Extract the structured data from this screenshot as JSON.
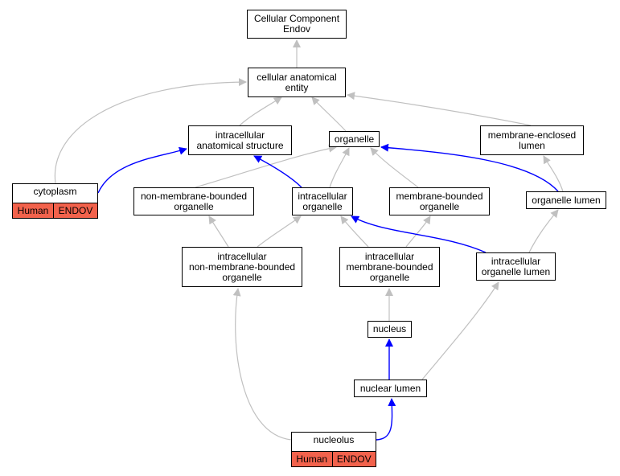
{
  "colors": {
    "is_a_edge": "#c0c0c0",
    "part_of_edge": "#0000ff",
    "annotation_tag": "#f2624c"
  },
  "nodes": [
    {
      "id": "root",
      "lines": [
        "Cellular Component",
        "Endov"
      ]
    },
    {
      "id": "cae",
      "lines": [
        "cellular anatomical",
        "entity"
      ]
    },
    {
      "id": "ias",
      "lines": [
        "intracellular",
        "anatomical structure"
      ]
    },
    {
      "id": "organelle",
      "lines": [
        "organelle"
      ]
    },
    {
      "id": "mel",
      "lines": [
        "membrane-enclosed",
        "lumen"
      ]
    },
    {
      "id": "cytoplasm",
      "lines": [
        "cytoplasm"
      ],
      "tags": [
        "Human",
        "ENDOV"
      ]
    },
    {
      "id": "nmbo",
      "lines": [
        "non-membrane-bounded",
        "organelle"
      ]
    },
    {
      "id": "io",
      "lines": [
        "intracellular",
        "organelle"
      ]
    },
    {
      "id": "mbo",
      "lines": [
        "membrane-bounded",
        "organelle"
      ]
    },
    {
      "id": "ol",
      "lines": [
        "organelle lumen"
      ]
    },
    {
      "id": "inmbo",
      "lines": [
        "intracellular",
        "non-membrane-bounded",
        "organelle"
      ]
    },
    {
      "id": "imbo",
      "lines": [
        "intracellular",
        "membrane-bounded",
        "organelle"
      ]
    },
    {
      "id": "iol",
      "lines": [
        "intracellular",
        "organelle lumen"
      ]
    },
    {
      "id": "nucleus",
      "lines": [
        "nucleus"
      ]
    },
    {
      "id": "nl",
      "lines": [
        "nuclear lumen"
      ]
    },
    {
      "id": "nucleolus",
      "lines": [
        "nucleolus"
      ],
      "tags": [
        "Human",
        "ENDOV"
      ]
    }
  ],
  "edges": [
    {
      "from": "cae",
      "to": "root",
      "type": "is_a"
    },
    {
      "from": "cytoplasm",
      "to": "cae",
      "type": "is_a"
    },
    {
      "from": "ias",
      "to": "cae",
      "type": "is_a"
    },
    {
      "from": "organelle",
      "to": "cae",
      "type": "is_a"
    },
    {
      "from": "mel",
      "to": "cae",
      "type": "is_a"
    },
    {
      "from": "cytoplasm",
      "to": "ias",
      "type": "part_of"
    },
    {
      "from": "nmbo",
      "to": "organelle",
      "type": "is_a"
    },
    {
      "from": "io",
      "to": "organelle",
      "type": "is_a"
    },
    {
      "from": "mbo",
      "to": "organelle",
      "type": "is_a"
    },
    {
      "from": "io",
      "to": "ias",
      "type": "part_of"
    },
    {
      "from": "ol",
      "to": "organelle",
      "type": "part_of"
    },
    {
      "from": "ol",
      "to": "mel",
      "type": "is_a"
    },
    {
      "from": "inmbo",
      "to": "nmbo",
      "type": "is_a"
    },
    {
      "from": "inmbo",
      "to": "io",
      "type": "is_a"
    },
    {
      "from": "imbo",
      "to": "io",
      "type": "is_a"
    },
    {
      "from": "imbo",
      "to": "mbo",
      "type": "is_a"
    },
    {
      "from": "iol",
      "to": "io",
      "type": "part_of"
    },
    {
      "from": "iol",
      "to": "ol",
      "type": "is_a"
    },
    {
      "from": "nucleus",
      "to": "imbo",
      "type": "is_a"
    },
    {
      "from": "nl",
      "to": "nucleus",
      "type": "part_of"
    },
    {
      "from": "nl",
      "to": "iol",
      "type": "is_a"
    },
    {
      "from": "nucleolus",
      "to": "nl",
      "type": "part_of"
    },
    {
      "from": "nucleolus",
      "to": "inmbo",
      "type": "is_a"
    }
  ]
}
